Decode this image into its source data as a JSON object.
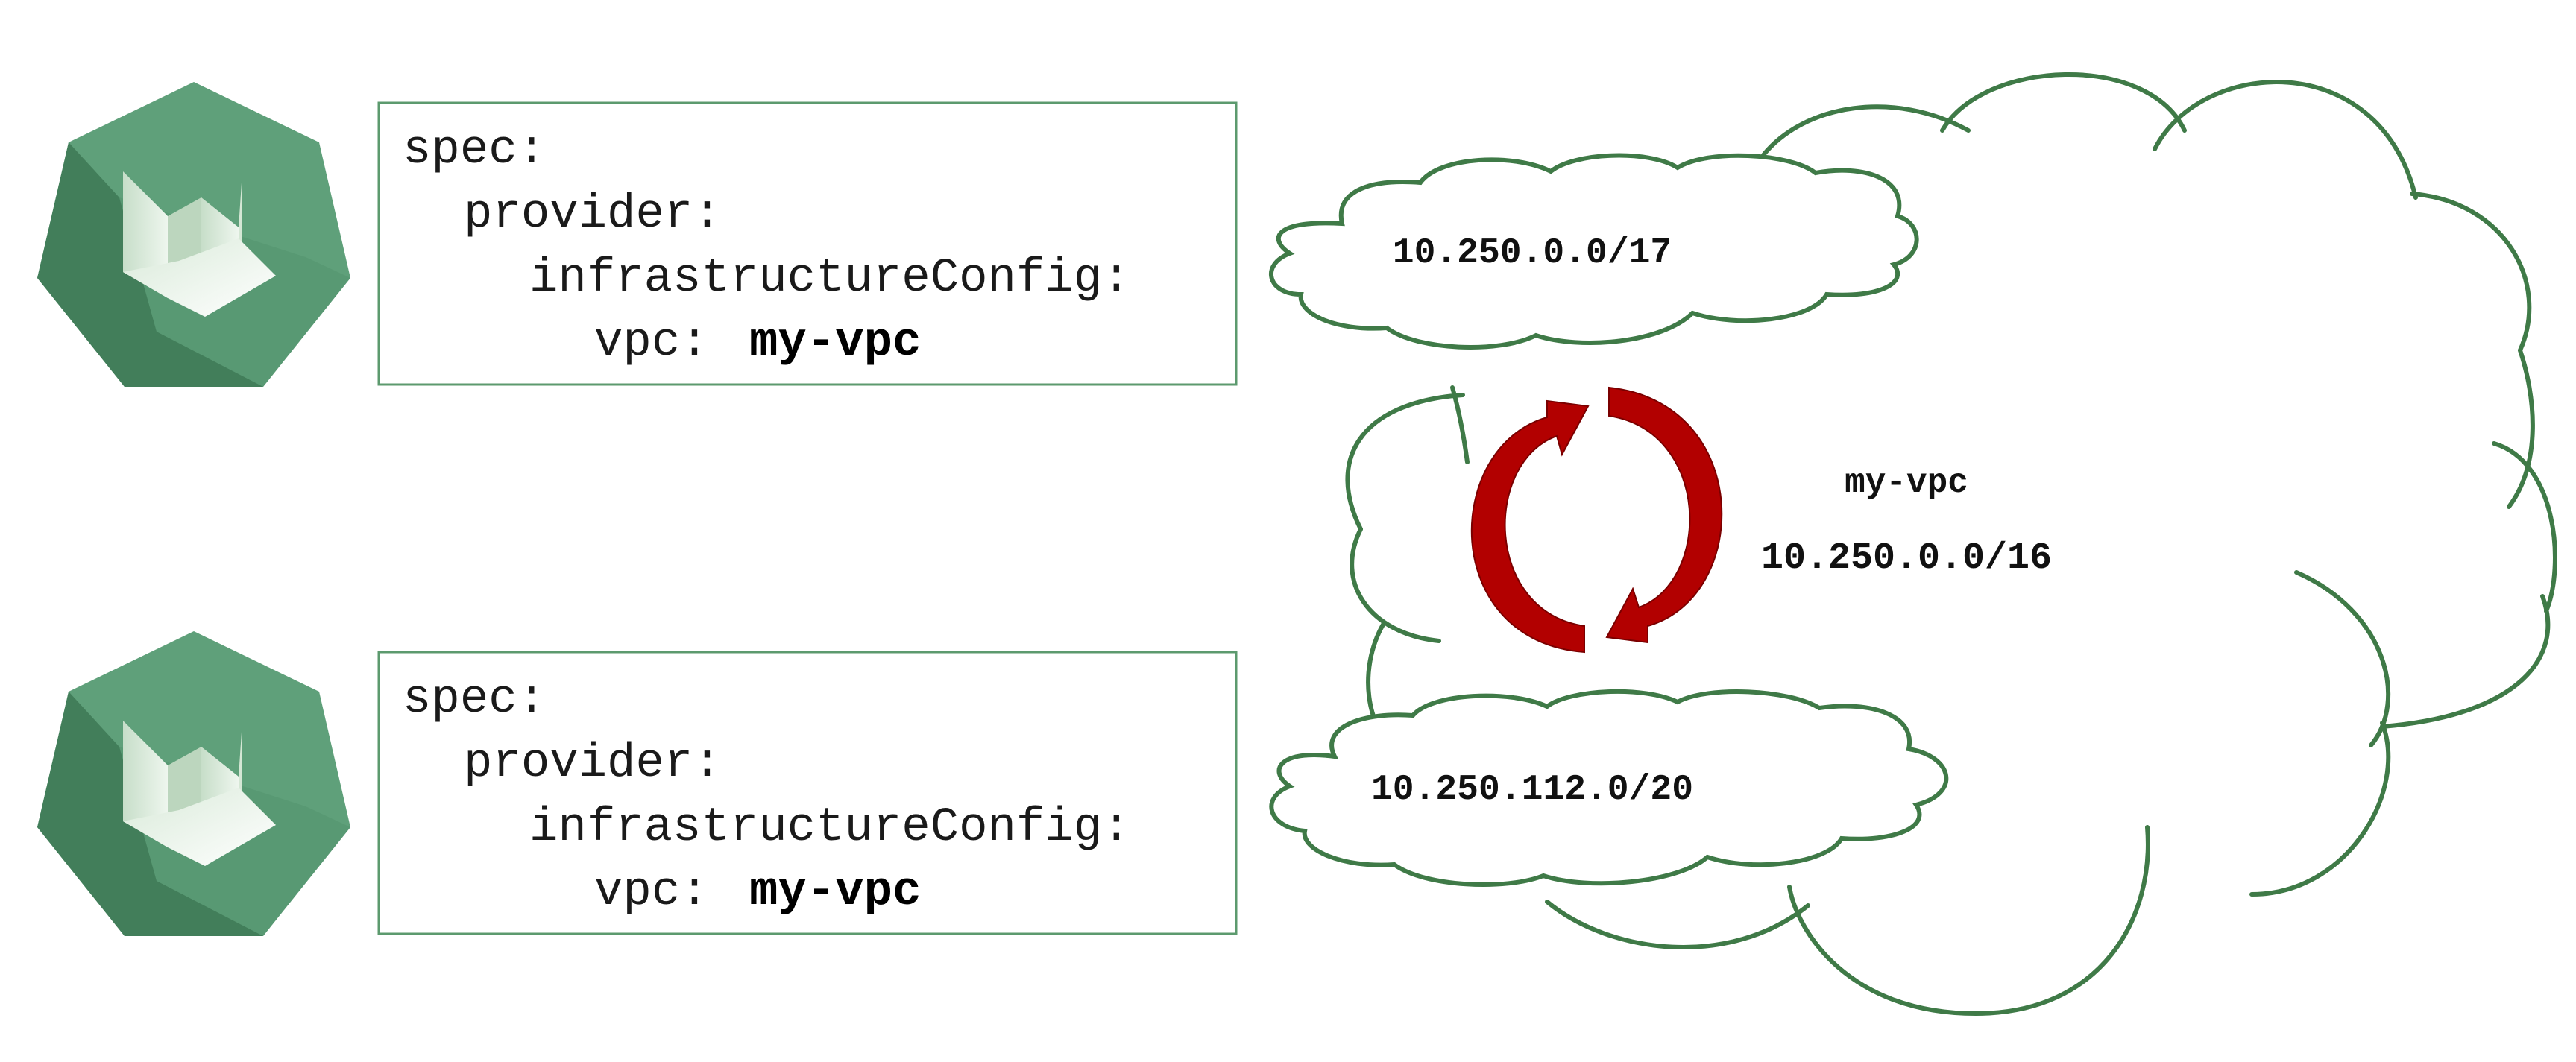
{
  "colors": {
    "logo_light": "#5fa07a",
    "logo_dark": "#3f7a57",
    "cloud_stroke": "#3f7a47",
    "box_stroke": "#5c9a6e",
    "arrow": "#b20000"
  },
  "shoot_top": {
    "logo": "gardener-logo",
    "spec": "spec:",
    "provider": "provider:",
    "infrastructure_config": "infrastructureConfig:",
    "vpc_key": "vpc:",
    "vpc_value": "my-vpc"
  },
  "shoot_bottom": {
    "logo": "gardener-logo",
    "spec": "spec:",
    "provider": "provider:",
    "infrastructure_config": "infrastructureConfig:",
    "vpc_key": "vpc:",
    "vpc_value": "my-vpc"
  },
  "vpc": {
    "name": "my-vpc",
    "cidr": "10.250.0.0/16"
  },
  "subnet_top": {
    "cidr": "10.250.0.0/17"
  },
  "subnet_bottom": {
    "cidr": "10.250.112.0/20"
  },
  "sync_arrows_icon": "refresh-cycle-icon"
}
